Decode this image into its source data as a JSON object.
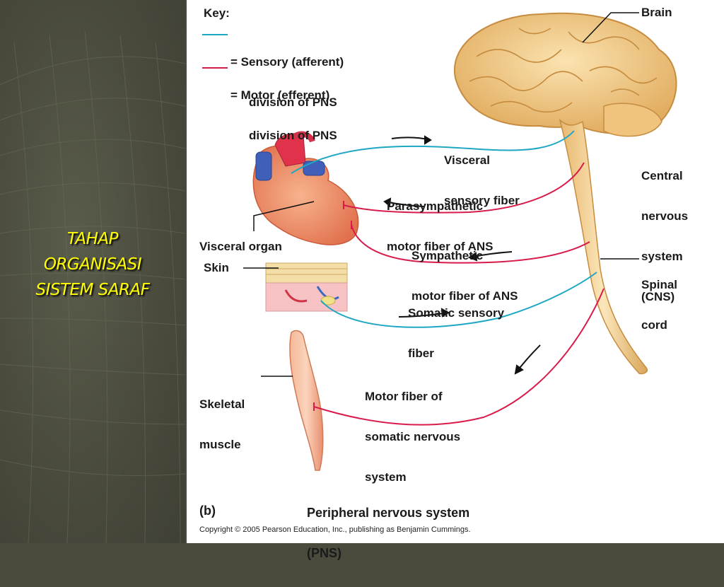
{
  "slide": {
    "title_lines": [
      "TAHAP",
      "ORGANISASI",
      "SISTEM SARAF"
    ],
    "title_color": "#ffff00",
    "background_color": "#4a4b3d"
  },
  "figure": {
    "key": {
      "title": "Key:",
      "sensory": {
        "line1": "= Sensory (afferent)",
        "line2": "division of PNS",
        "color": "#1ea7c4"
      },
      "motor": {
        "line1": "= Motor (efferent)",
        "line2": "division of PNS",
        "color": "#d81b4a"
      }
    },
    "labels": {
      "brain": "Brain",
      "cns": [
        "Central",
        "nervous",
        "system",
        "(CNS)"
      ],
      "spinal_cord": [
        "Spinal",
        "cord"
      ],
      "visceral_sensory": [
        "Visceral",
        "sensory fiber"
      ],
      "parasympathetic": [
        "Parasympathetic",
        "motor fiber of ANS"
      ],
      "sympathetic": [
        "Sympathetic",
        "motor fiber of ANS"
      ],
      "visceral_organ": "Visceral organ",
      "skin": "Skin",
      "somatic_sensory": [
        "Somatic sensory",
        "fiber"
      ],
      "skeletal_muscle": [
        "Skeletal",
        "muscle"
      ],
      "motor_somatic": [
        "Motor fiber of",
        "somatic nervous",
        "system"
      ],
      "pns": [
        "Peripheral nervous system",
        "(PNS)"
      ],
      "panel": "(b)"
    },
    "copyright": "Copyright © 2005 Pearson Education, Inc., publishing as Benjamin Cummings."
  }
}
